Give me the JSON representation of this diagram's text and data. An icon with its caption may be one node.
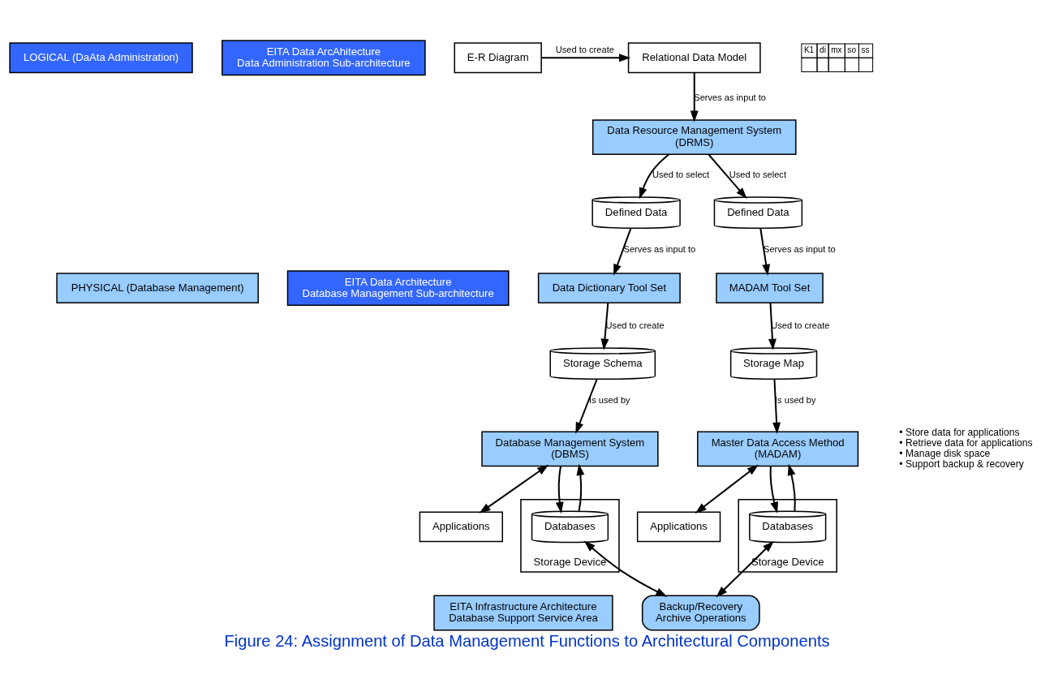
{
  "diagram": {
    "caption": "Figure 24: Assignment of Data Management Functions to Architectural Components",
    "nodes": [
      {
        "text": [
          "LOGICAL (DaAta Administration)"
        ]
      },
      {
        "text": [
          "PHYSICAL (Database Management)"
        ]
      },
      {
        "text": [
          "EITA Data ArcAhitecture",
          "Data Administration Sub-architecture"
        ]
      },
      {
        "text": [
          "EITA Data Architecture",
          "Database Management Sub-architecture"
        ]
      },
      {
        "text": [
          "EITA Infrastructure Architecture",
          "Database Support Service Area"
        ]
      },
      {
        "text": [
          "E-R Diagram"
        ]
      },
      {
        "text": [
          "Relational Data Model"
        ]
      },
      {
        "text": [
          "Data Resource Management System",
          "(DRMS)"
        ]
      },
      {
        "text": [
          "Defined Data"
        ]
      },
      {
        "text": [
          "Defined Data"
        ]
      },
      {
        "text": [
          "Data Dictionary Tool Set"
        ]
      },
      {
        "text": [
          "MADAM Tool Set"
        ]
      },
      {
        "text": [
          "Storage Schema"
        ]
      },
      {
        "text": [
          "Storage Map"
        ]
      },
      {
        "text": [
          "Applications"
        ]
      },
      {
        "text": [
          "Applications"
        ]
      },
      {
        "text": [
          "Database Management System",
          "(DBMS)"
        ]
      },
      {
        "text": [
          "Master Data Access Method",
          "(MADAM)"
        ]
      },
      {
        "text": [
          "Storage Device"
        ]
      },
      {
        "text": [
          "Storage Device"
        ]
      },
      {
        "text": [
          "Databases"
        ],
        "in": 18
      },
      {
        "text": [
          "Databases"
        ],
        "in": 19
      },
      {
        "text": [
          "Backup/Recovery",
          "Archive Operations"
        ]
      }
    ],
    "edges": [
      {
        "from": 5,
        "to": 6,
        "arrow": "to",
        "label": "Used to create"
      },
      {
        "from": 6,
        "to": 7,
        "arrow": "to",
        "label": "Serves as input to"
      },
      {
        "from": 7,
        "to": 8,
        "arrow": "to",
        "label": "Used to select"
      },
      {
        "from": 7,
        "to": 9,
        "arrow": "to",
        "label": "Used to select"
      },
      {
        "from": 8,
        "to": 10,
        "arrow": "to",
        "label": "Serves as input to"
      },
      {
        "from": 9,
        "to": 11,
        "arrow": "to",
        "label": "Serves as input to"
      },
      {
        "from": 10,
        "to": 12,
        "arrow": "to",
        "label": "Used to create"
      },
      {
        "from": 11,
        "to": 13,
        "arrow": "to",
        "label": "Used to create"
      },
      {
        "from": 12,
        "to": 16,
        "arrow": "to",
        "label": "Is used by"
      },
      {
        "from": 13,
        "to": 17,
        "arrow": "to",
        "label": "Is used by"
      },
      {
        "from": 16,
        "to": 14,
        "arrow": "both"
      },
      {
        "from": 17,
        "to": 15,
        "arrow": "both"
      },
      {
        "from": 16,
        "to": 20,
        "arrow": "to"
      },
      {
        "from": 20,
        "to": 16,
        "arrow": "to"
      },
      {
        "from": 17,
        "to": 21,
        "arrow": "to"
      },
      {
        "from": 21,
        "to": 17,
        "arrow": "to"
      },
      {
        "from": 20,
        "to": 22,
        "arrow": "both"
      },
      {
        "from": 21,
        "to": 22,
        "arrow": "both"
      }
    ],
    "labels": [
      "K1",
      "di",
      "mx",
      "so",
      "ss",
      "• Store data for applications",
      "• Retrieve data for applications",
      "• Manage disk space",
      "• Support backup & recovery"
    ]
  }
}
